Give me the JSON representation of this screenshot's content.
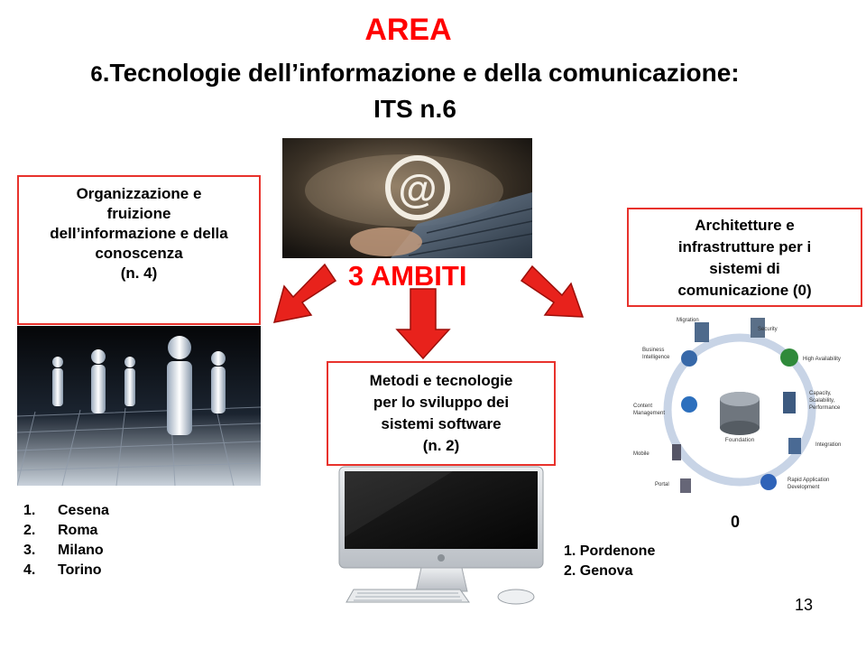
{
  "header": {
    "area": "AREA",
    "line1_num": "6",
    "line1_text": ".Tecnologie dell’informazione e della comunicazione:",
    "line2": "ITS n.6"
  },
  "center": {
    "ambiti": "3  AMBITI"
  },
  "boxes": {
    "left": [
      "Organizzazione e",
      "fruizione",
      "dell’informazione  e della",
      "conoscenza",
      "(n. 4)"
    ],
    "middle": [
      "Metodi e tecnologie",
      "per lo sviluppo dei",
      "sistemi software",
      "(n. 2)"
    ],
    "right": [
      "Architetture e",
      "infrastrutture per i",
      "sistemi di",
      "comunicazione (0)"
    ]
  },
  "lists": {
    "left": [
      {
        "n": "1.",
        "city": "Cesena"
      },
      {
        "n": "2.",
        "city": "Roma"
      },
      {
        "n": "3.",
        "city": "Milano"
      },
      {
        "n": "4.",
        "city": "Torino"
      }
    ],
    "middle": [
      "1. Pordenone",
      "2. Genova"
    ],
    "right_zero": "0"
  },
  "diagram": {
    "center": "Foundation",
    "labels": [
      "Migration",
      "Security",
      "High Availability",
      "Capacity,",
      "Scalability,",
      "Performance",
      "Integration",
      "Rapid Application",
      "Development",
      "Portal",
      "Mobile",
      "Content",
      "Management",
      "Business",
      "Intelligence"
    ]
  },
  "page_number": "13",
  "colors": {
    "accent": "#ff0000",
    "box_border": "#e8322c",
    "arrow": "#e8221c"
  }
}
